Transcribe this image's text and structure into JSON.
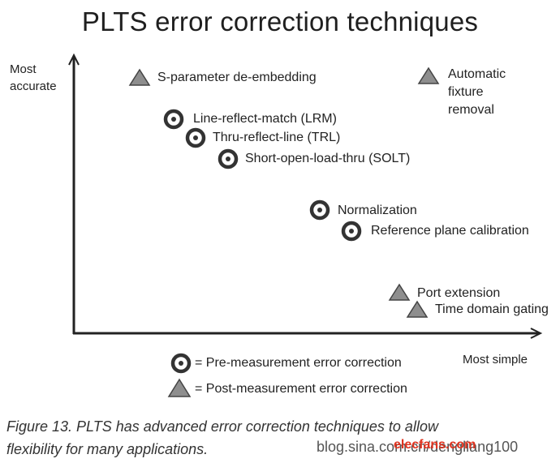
{
  "title": "PLTS error correction techniques",
  "axes": {
    "y_label": "Most\naccurate",
    "x_label": "Most simple"
  },
  "techniques": [
    {
      "label": "S-parameter de-embedding",
      "type": "post"
    },
    {
      "label": "Automatic\nfixture\nremoval",
      "type": "post"
    },
    {
      "label": "Line-reflect-match (LRM)",
      "type": "pre"
    },
    {
      "label": "Thru-reflect-line (TRL)",
      "type": "pre"
    },
    {
      "label": "Short-open-load-thru (SOLT)",
      "type": "pre"
    },
    {
      "label": "Normalization",
      "type": "pre"
    },
    {
      "label": "Reference plane calibration",
      "type": "pre"
    },
    {
      "label": "Port extension",
      "type": "post"
    },
    {
      "label": "Time domain gating",
      "type": "post"
    }
  ],
  "legend": {
    "pre": "= Pre-measurement error correction",
    "post": "= Post-measurement error correction"
  },
  "caption": {
    "line1": "Figure 13. PLTS has advanced error correction techniques to allow",
    "line2": "flexibility for many applications."
  },
  "watermark": {
    "url": "blog.sina.com.cn/dengliang100",
    "brand": "elecfans.com"
  },
  "colors": {
    "marker_gray": "#8e8e8e",
    "marker_stroke": "#444444",
    "axis": "#222222",
    "watermark_brand": "#e0331f"
  }
}
